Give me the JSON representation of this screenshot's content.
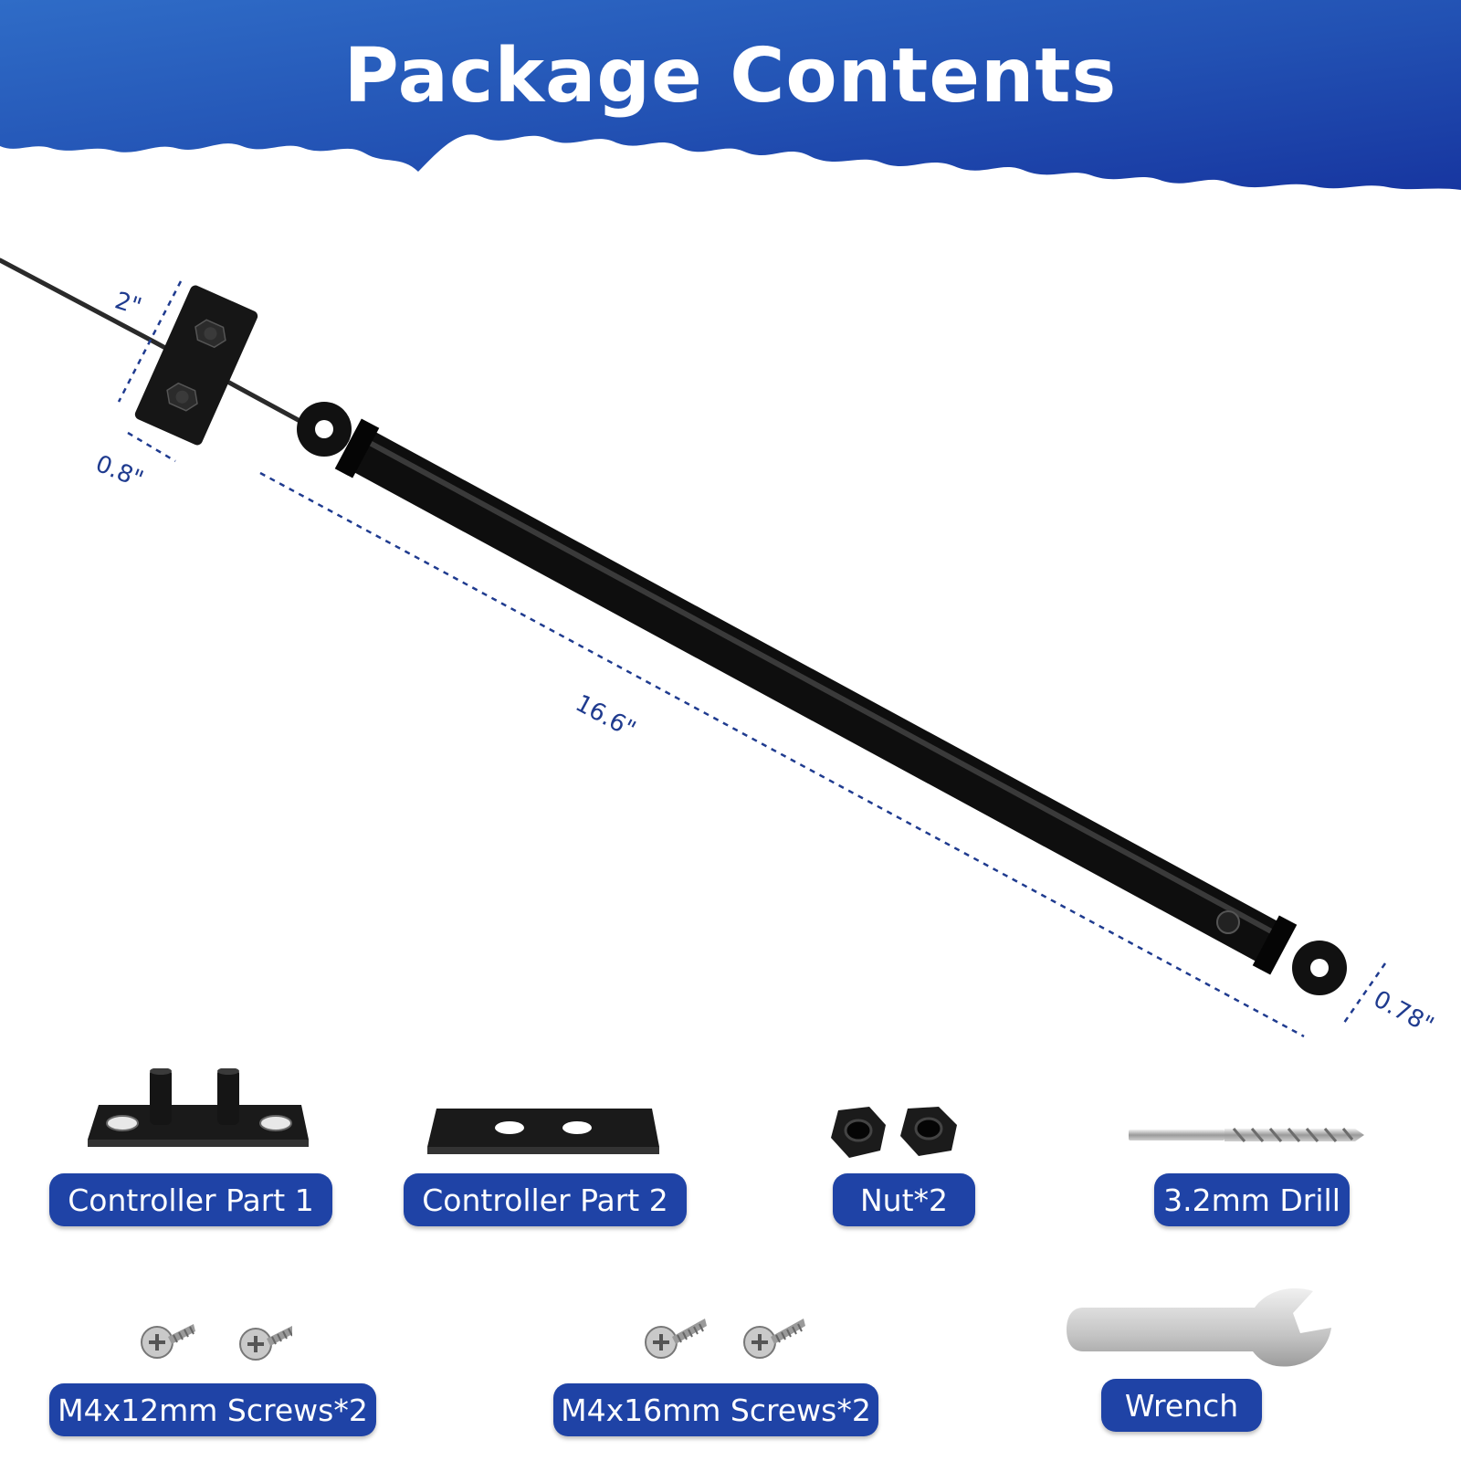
{
  "header": {
    "title": "Package Contents",
    "banner_color": "#2255b8"
  },
  "dimensions": {
    "plate_length": "2\"",
    "plate_width": "0.8\"",
    "rod_length": "16.6\"",
    "rod_diameter": "0.78\""
  },
  "parts": [
    {
      "label": "Controller Part 1",
      "icon": "controller-part-1-icon"
    },
    {
      "label": "Controller Part 2",
      "icon": "controller-part-2-icon"
    },
    {
      "label": "Nut*2",
      "icon": "nut-icon"
    },
    {
      "label": "3.2mm Drill",
      "icon": "drill-bit-icon"
    },
    {
      "label": "M4x12mm Screws*2",
      "icon": "screw-icon"
    },
    {
      "label": "M4x16mm Screws*2",
      "icon": "screw-icon"
    },
    {
      "label": "Wrench",
      "icon": "wrench-icon"
    }
  ],
  "colors": {
    "accent": "#1f43a6",
    "dimension_line": "#1f3b8f",
    "product": "#111111"
  }
}
